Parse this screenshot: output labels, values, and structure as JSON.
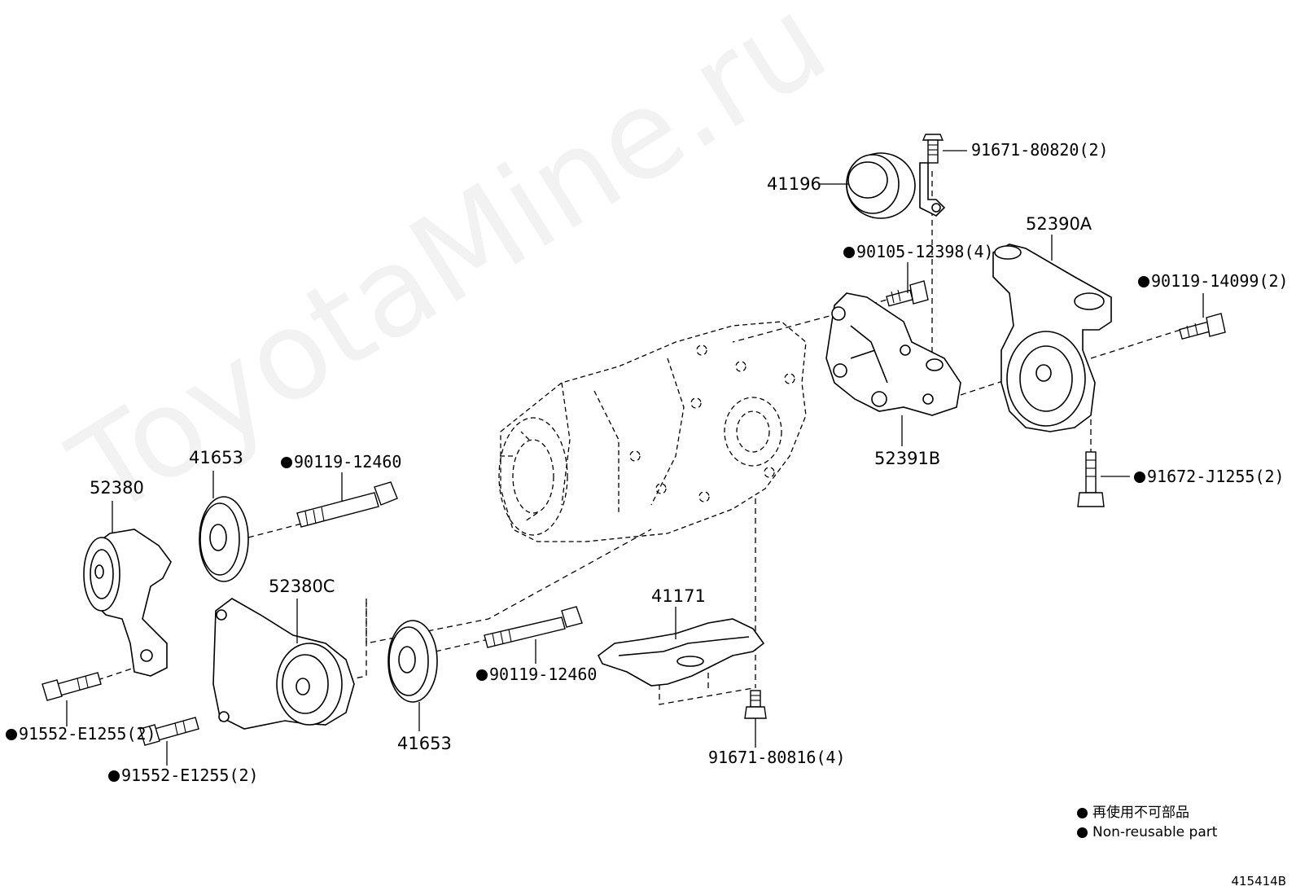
{
  "watermark": "ToyotaMine.ru",
  "figure_number": "415414B",
  "legend": {
    "items": [
      {
        "text": "再使用不可部品"
      },
      {
        "text": "Non-reusable part"
      }
    ]
  },
  "labels": {
    "p41196": "41196",
    "p91671_80820": "91671-80820(2)",
    "p52390A": "52390A",
    "p90105_12398": "90105-12398(4)",
    "p90119_14099": "90119-14099(2)",
    "p52391B": "52391B",
    "p91672_J1255": "91672-J1255(2)",
    "p41653_top": "41653",
    "p90119_12460_top": "90119-12460",
    "p52380": "52380",
    "p52380C": "52380C",
    "p41171": "41171",
    "p90119_12460_bot": "90119-12460",
    "p41653_bot": "41653",
    "p91552_E1255_a": "91552-E1255(2)",
    "p91552_E1255_b": "91552-E1255(2)",
    "p91671_80816": "91671-80816(4)"
  },
  "colors": {
    "line": "#000000",
    "background": "#ffffff"
  }
}
